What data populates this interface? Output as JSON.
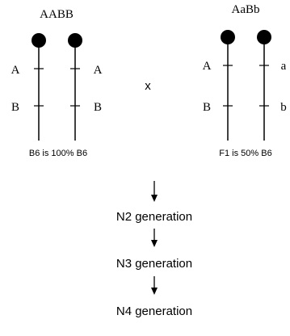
{
  "left_parent": {
    "genotype": "AABB",
    "chromosomes": [
      {
        "upper_label": "A",
        "lower_label": "B"
      },
      {
        "upper_label": "A",
        "lower_label": "B"
      }
    ],
    "caption": "B6 is 100% B6"
  },
  "cross_symbol": "x",
  "right_parent": {
    "genotype": "AaBb",
    "chromosomes": [
      {
        "upper_label": "A",
        "lower_label": "B"
      },
      {
        "upper_label": "a",
        "lower_label": "b"
      }
    ],
    "caption": "F1 is 50% B6"
  },
  "generations": [
    {
      "label": "N2 generation"
    },
    {
      "label": "N3 generation"
    },
    {
      "label": "N4 generation"
    }
  ]
}
